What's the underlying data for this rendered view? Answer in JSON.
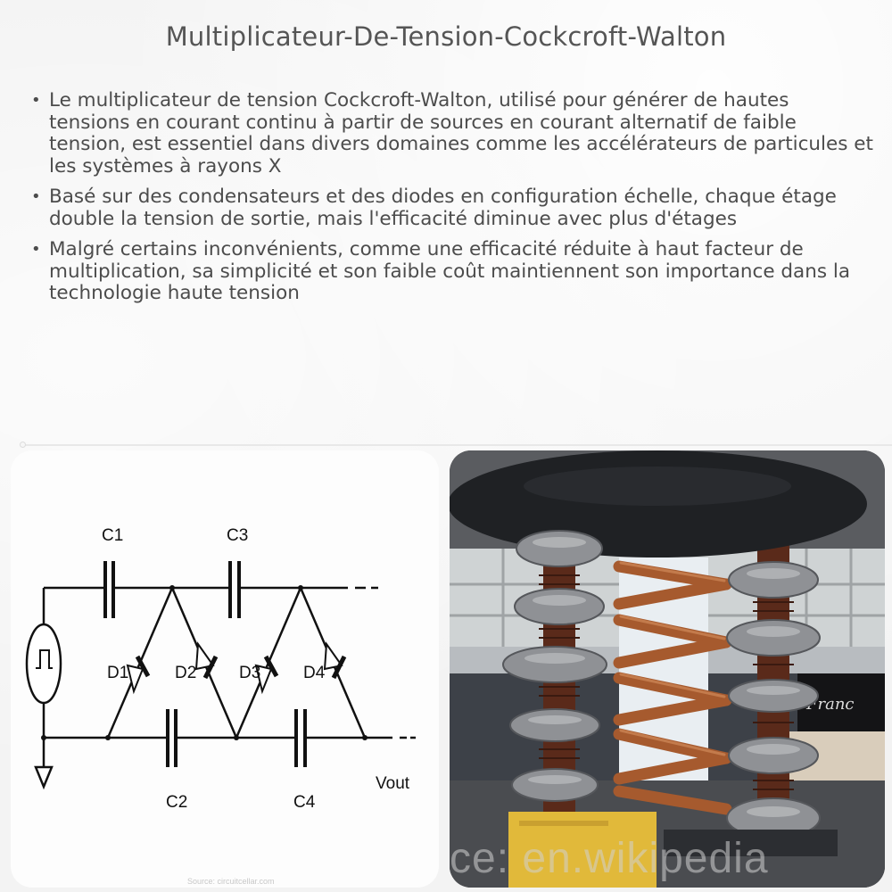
{
  "page": {
    "title": "Multiplicateur-De-Tension-Cockcroft-Walton"
  },
  "bullets": [
    {
      "text": "Le multiplicateur de tension Cockcroft-Walton, utilisé pour générer de hautes tensions en courant continu à partir de sources en courant alternatif de faible tension, est essentiel dans divers domaines comme les accélérateurs de particules et les systèmes à rayons X"
    },
    {
      "text": "Basé sur des condensateurs et des diodes en configuration échelle, chaque étage double la tension de sortie, mais l'efficacité diminue avec plus d'étages"
    },
    {
      "text": "Malgré certains inconvénients, comme une efficacité réduite à haut facteur de multiplication, sa simplicité et son faible coût maintiennent son importance dans la technologie haute tension"
    }
  ],
  "bullet_glyph": "•",
  "diagram": {
    "capacitors": [
      "C1",
      "C2",
      "C3",
      "C4"
    ],
    "diodes": [
      "D1",
      "D2",
      "D3",
      "D4"
    ],
    "output_label": "Vout",
    "source_icon": "square-wave-source-icon",
    "ground_icon": "ground-icon",
    "source_credit": "Source: circuitcellar.com"
  },
  "photo": {
    "subject": "Cockcroft-Walton generator",
    "watermark": "ce: en.wikipedia",
    "colors": {
      "dome": "#1f2124",
      "rings": "#9a9ca0",
      "copper": "#a0522d",
      "plaque": "#e1b93a"
    }
  }
}
